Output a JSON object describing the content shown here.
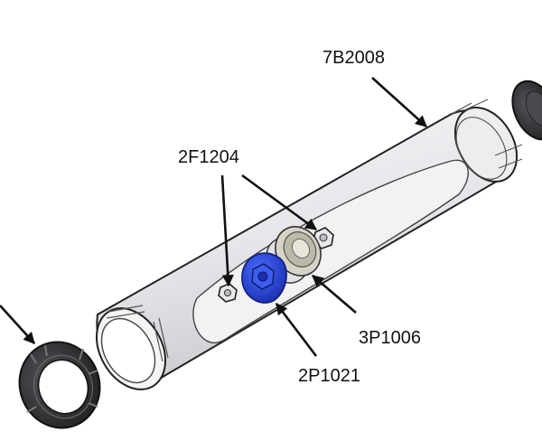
{
  "diagram": {
    "parts": [
      {
        "id": "tube",
        "label": "7B2008"
      },
      {
        "id": "screws",
        "label": "2F1204"
      },
      {
        "id": "gray-cap",
        "label": "3P1006"
      },
      {
        "id": "blue-cap",
        "label": "2P1021"
      }
    ],
    "colors": {
      "tube": "#ececef",
      "outline": "#222222",
      "blue_part": "#1f3fd6",
      "nut": "#3a3a3d",
      "gray_part": "#c8c4b6"
    }
  }
}
